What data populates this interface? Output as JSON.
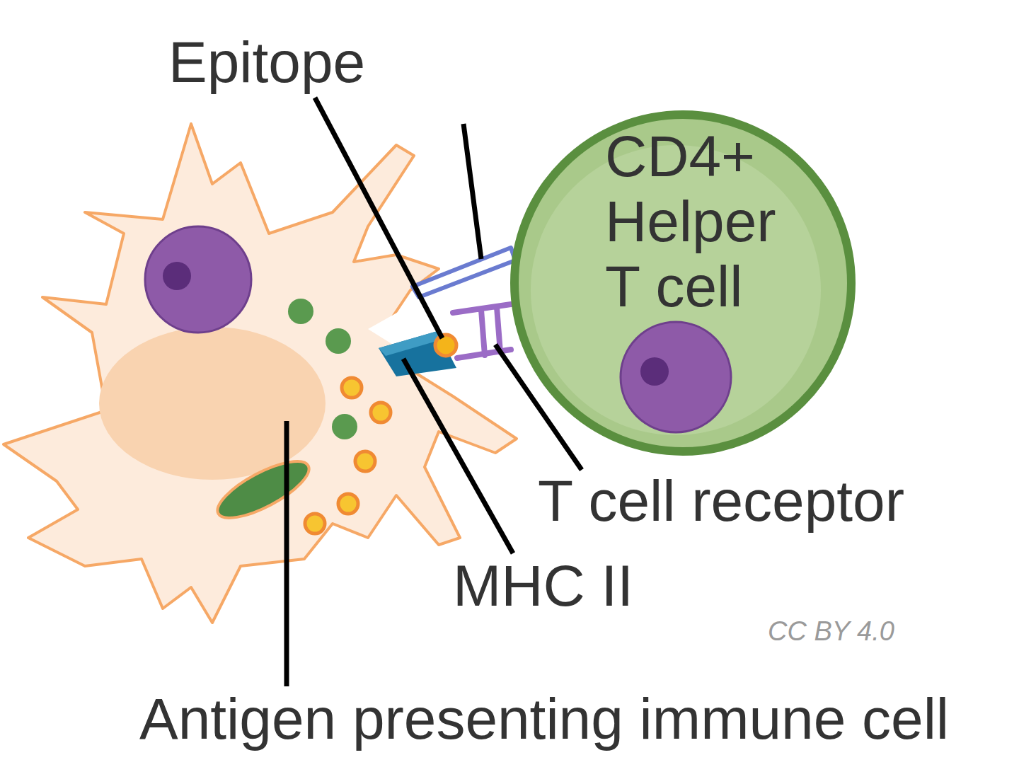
{
  "diagram": {
    "nodes": [
      {
        "text": [
          "CD4+ Helper T cell"
        ]
      }
    ],
    "labels": [
      "Epitope",
      "T cell receptor",
      "MHC II",
      "Antigen presenting immune cell",
      "CC BY 4.0"
    ]
  }
}
